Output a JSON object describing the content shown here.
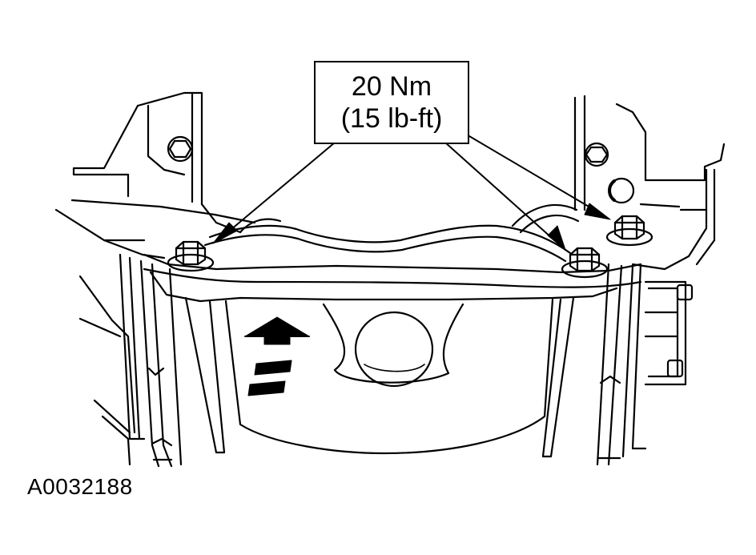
{
  "callout": {
    "torque_metric": "20 Nm",
    "torque_imperial": "(15 lb-ft)"
  },
  "figure_id": "A0032188",
  "colors": {
    "line": "#000000",
    "background": "#ffffff"
  },
  "icons": [
    "bolt-icon",
    "install-direction-arrow-icon"
  ]
}
